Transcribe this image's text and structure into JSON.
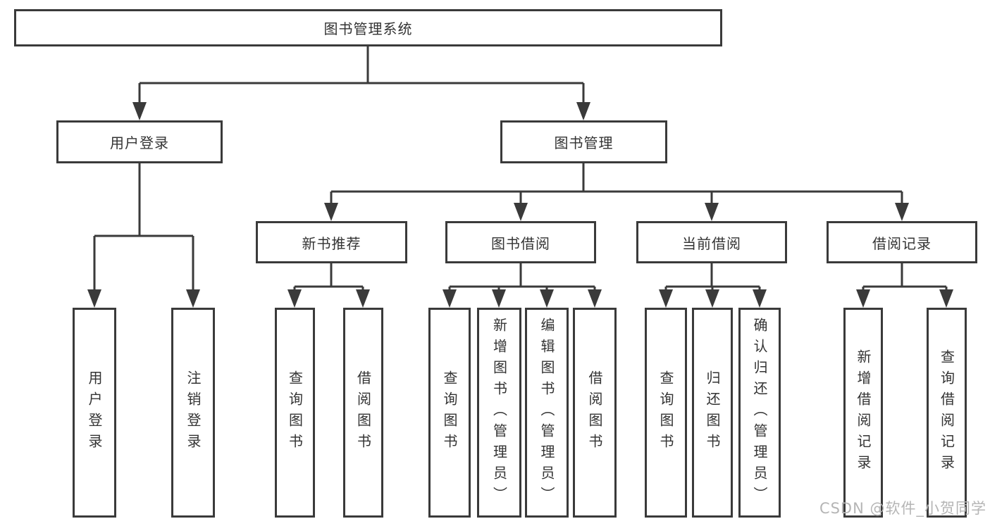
{
  "diagram_title": "图书管理系统",
  "colors": {
    "line": "#3a3a3a",
    "box_border": "#3a3a3a",
    "text": "#333333",
    "watermark": "#b5b5b5",
    "background": "#ffffff"
  },
  "tree": {
    "root": {
      "label": "图书管理系统",
      "children": [
        {
          "label": "用户登录",
          "children": [
            {
              "label": "用户登录"
            },
            {
              "label": "注销登录"
            }
          ]
        },
        {
          "label": "图书管理",
          "children": [
            {
              "label": "新书推荐",
              "children": [
                {
                  "label": "查询图书"
                },
                {
                  "label": "借阅图书"
                }
              ]
            },
            {
              "label": "图书借阅",
              "children": [
                {
                  "label": "查询图书"
                },
                {
                  "label": "新增图书（管理员）"
                },
                {
                  "label": "编辑图书（管理员）"
                },
                {
                  "label": "借阅图书"
                }
              ]
            },
            {
              "label": "当前借阅",
              "children": [
                {
                  "label": "查询图书"
                },
                {
                  "label": "归还图书"
                },
                {
                  "label": "确认归还（管理员）"
                }
              ]
            },
            {
              "label": "借阅记录",
              "children": [
                {
                  "label": "新增借阅记录"
                },
                {
                  "label": "查询借阅记录"
                }
              ]
            }
          ]
        }
      ]
    }
  },
  "watermark": {
    "text": "CSDN @软件_小贺同学"
  }
}
